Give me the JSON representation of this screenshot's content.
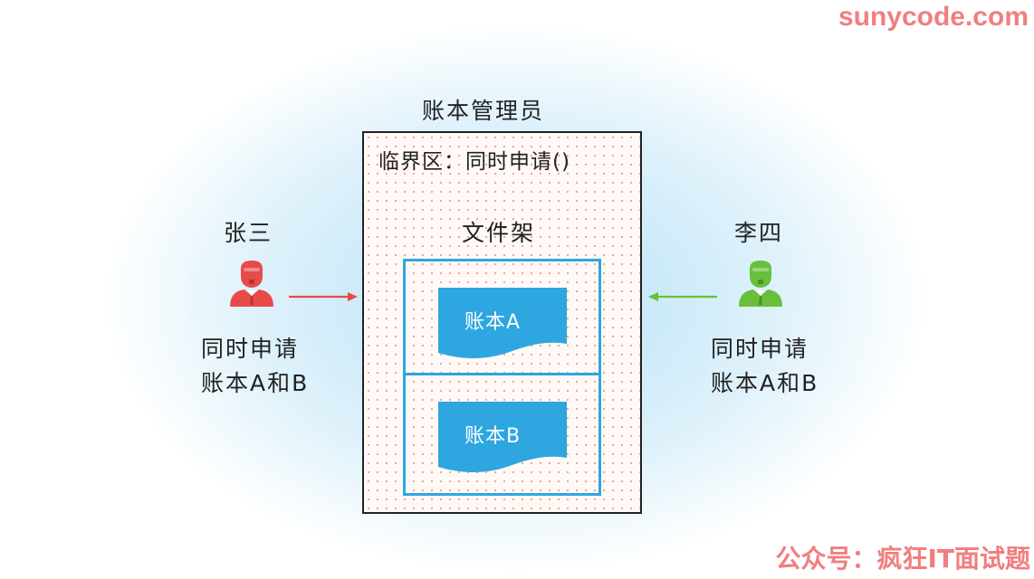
{
  "watermarks": {
    "site": "sunycode.com",
    "account": "公众号：疯狂IT面试题"
  },
  "manager": {
    "title": "账本管理员",
    "critical_section": "临界区：同时申请()"
  },
  "shelf": {
    "title": "文件架",
    "ledger_a": "账本A",
    "ledger_b": "账本B"
  },
  "left_person": {
    "name": "张三",
    "line1": "同时申请",
    "line2": "账本A和B",
    "color": "#e84a4a"
  },
  "right_person": {
    "name": "李四",
    "line1": "同时申请",
    "line2": "账本A和B",
    "color": "#6abf3a"
  },
  "colors": {
    "shelf": "#2ea6e0",
    "ledger": "#2ea6e0",
    "left_arrow": "#e84a4a",
    "right_arrow": "#6abf3a"
  }
}
